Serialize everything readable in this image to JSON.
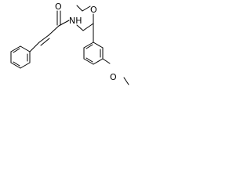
{
  "structure": {
    "atoms": {
      "carbonyl_oxygen": "O",
      "amide_nitrogen": "NH",
      "ether_oxygen": "O",
      "methoxy_group": "O"
    },
    "components": [
      "phenyl-ring",
      "vinyl-linker",
      "amide-group",
      "ethoxy-group",
      "methoxyphenyl-ring"
    ]
  }
}
